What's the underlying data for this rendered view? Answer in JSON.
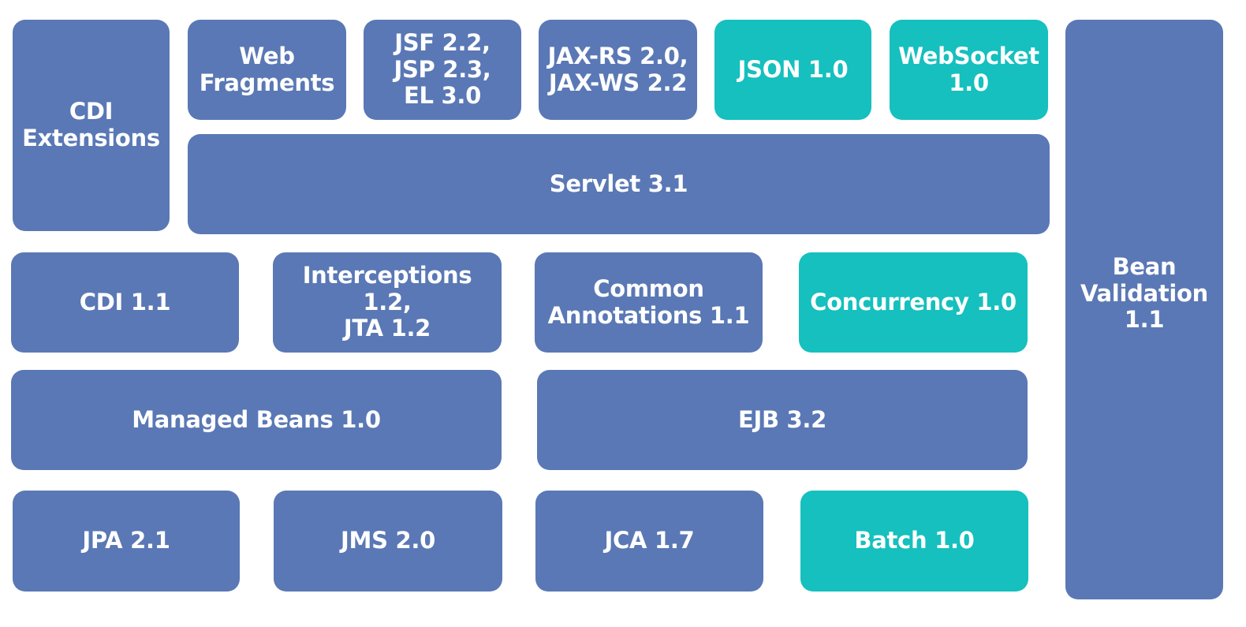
{
  "colors": {
    "existing": "#5a78b5",
    "new": "#15c0be",
    "text": "#ffffff",
    "background": "#ffffff"
  },
  "blocks": {
    "cdi_extensions": "CDI\nExtensions",
    "web_fragments": "Web\nFragments",
    "jsf_jsp_el": "JSF 2.2,\nJSP 2.3,\nEL 3.0",
    "jaxrs_jaxws": "JAX-RS 2.0,\nJAX-WS 2.2",
    "json": "JSON 1.0",
    "websocket": "WebSocket\n1.0",
    "bean_validation": "Bean\nValidation\n1.1",
    "servlet": "Servlet 3.1",
    "cdi": "CDI 1.1",
    "interceptions_jta": "Interceptions 1.2,\nJTA 1.2",
    "common_annotations": "Common\nAnnotations 1.1",
    "concurrency": "Concurrency 1.0",
    "managed_beans": "Managed Beans 1.0",
    "ejb": "EJB 3.2",
    "jpa": "JPA 2.1",
    "jms": "JMS 2.0",
    "jca": "JCA 1.7",
    "batch": "Batch 1.0"
  }
}
